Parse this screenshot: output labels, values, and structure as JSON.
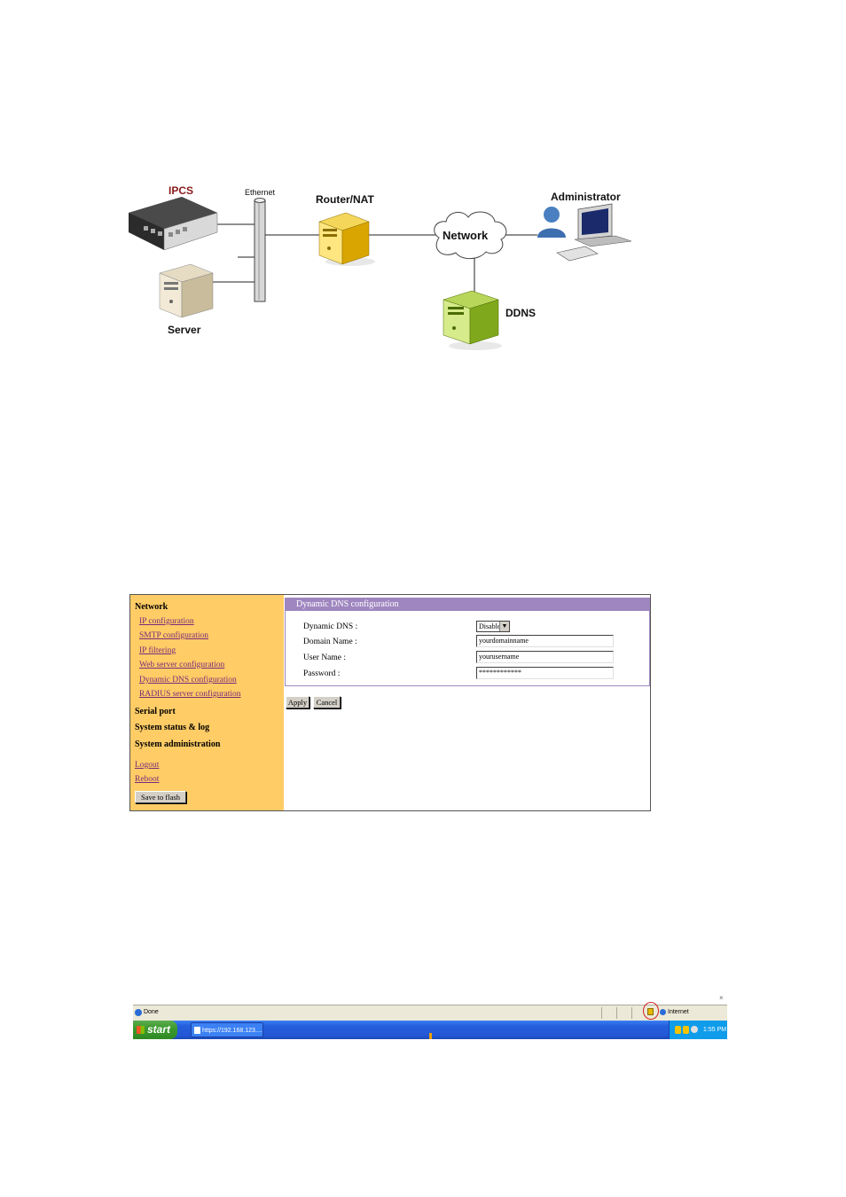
{
  "diagram": {
    "ipcs": "IPCS",
    "ethernet": "Ethernet",
    "router": "Router/NAT",
    "network": "Network",
    "administrator": "Administrator",
    "ddns": "DDNS",
    "server": "Server"
  },
  "web": {
    "sidebar": {
      "network_heading": "Network",
      "links": [
        "IP configuration",
        "SMTP configuration",
        "IP filtering",
        "Web server configuration",
        "Dynamic DNS configuration",
        "RADIUS server configuration"
      ],
      "serial_port": "Serial port",
      "system_status": "System status & log",
      "system_admin": "System administration",
      "logout": "Logout",
      "reboot": "Reboot",
      "save_button": "Save to flash"
    },
    "panel": {
      "title": "Dynamic DNS configuration",
      "dynamic_dns_label": "Dynamic DNS :",
      "dynamic_dns_value": "Disable",
      "domain_label": "Domain Name :",
      "domain_value": "yourdomainname",
      "user_label": "User Name :",
      "user_value": "yourusername",
      "password_label": "Password :",
      "password_value": "************"
    },
    "apply_button": "Apply",
    "cancel_button": "Cancel"
  },
  "browser": {
    "status_text": "Done",
    "zone_text": "Internet",
    "start_label": "start",
    "task_label": "https://192.168.123....",
    "clock": "1:55 PM"
  },
  "colors": {
    "sidebar_bg": "#ffcc66",
    "panel_header": "#9f86c0",
    "link": "#7a2a7a"
  }
}
